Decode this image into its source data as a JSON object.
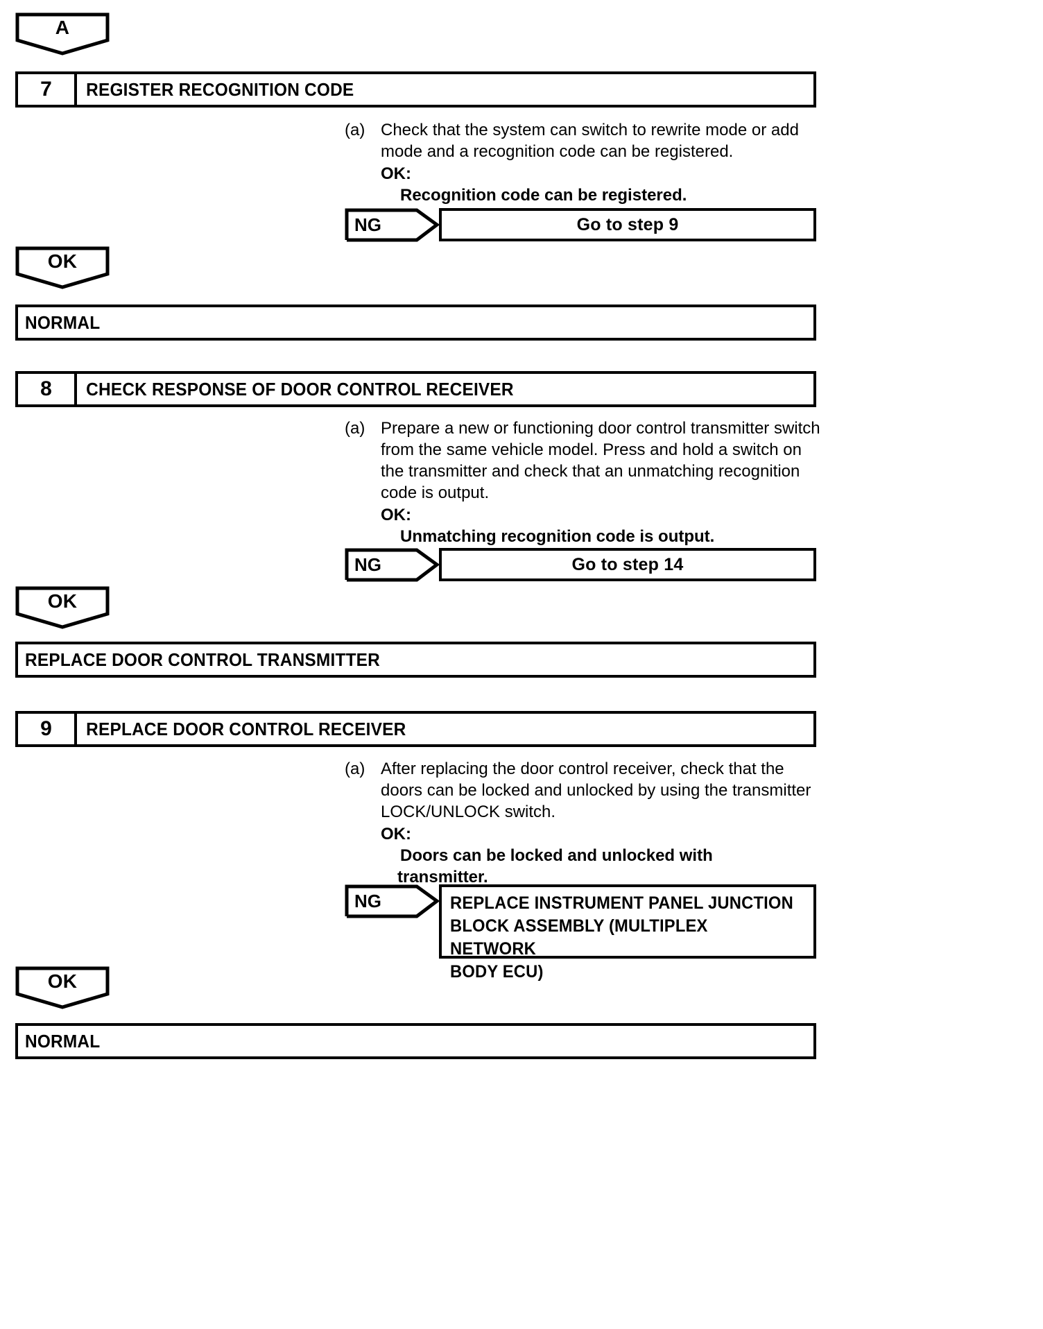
{
  "document": {
    "title": "Diagnostic Troubleshooting Flowchart",
    "line_color": "#000000",
    "background": "#ffffff"
  },
  "entry_connector": {
    "label": "A",
    "shape": "pentagon-down"
  },
  "steps": [
    {
      "number": "7",
      "title": "REGISTER RECOGNITION CODE",
      "procedure": {
        "marker": "(a)",
        "text": "Check that the system can switch to rewrite mode or add mode and a recognition code can be registered.",
        "ok_label": "OK:",
        "ok_value": "Recognition code can be registered."
      },
      "ng_branch": {
        "label": "NG",
        "result_lines": [
          "Go to step 9"
        ],
        "align": "center"
      },
      "ok_connector": {
        "label": "OK"
      },
      "outcome": "NORMAL"
    },
    {
      "number": "8",
      "title": "CHECK RESPONSE OF DOOR CONTROL RECEIVER",
      "procedure": {
        "marker": "(a)",
        "text": "Prepare a new or functioning door control transmitter switch from the same vehicle model. Press and hold a switch on the transmitter and check that an unmatching recognition code is output.",
        "ok_label": "OK:",
        "ok_value": "Unmatching recognition code is output."
      },
      "ng_branch": {
        "label": "NG",
        "result_lines": [
          "Go to step 14"
        ],
        "align": "center"
      },
      "ok_connector": {
        "label": "OK"
      },
      "outcome": "REPLACE DOOR CONTROL TRANSMITTER"
    },
    {
      "number": "9",
      "title": "REPLACE DOOR CONTROL RECEIVER",
      "procedure": {
        "marker": "(a)",
        "text": "After replacing the door control receiver, check that the doors can be locked and unlocked by using the transmitter LOCK/UNLOCK switch.",
        "ok_label": "OK:",
        "ok_value_lines": [
          "Doors can be locked and unlocked with",
          "transmitter."
        ]
      },
      "ng_branch": {
        "label": "NG",
        "result_lines": [
          "REPLACE INSTRUMENT PANEL JUNCTION",
          "BLOCK ASSEMBLY (MULTIPLEX NETWORK",
          "BODY ECU)"
        ],
        "align": "left"
      },
      "ok_connector": {
        "label": "OK"
      },
      "outcome": "NORMAL"
    }
  ]
}
